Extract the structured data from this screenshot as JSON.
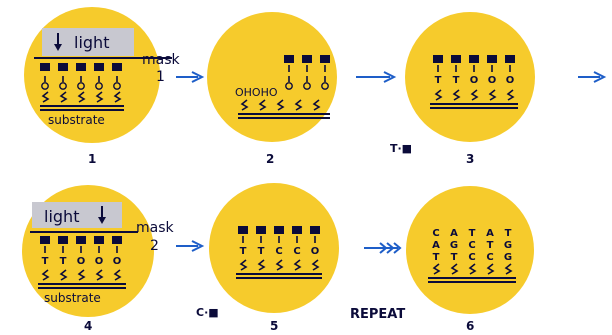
{
  "colors": {
    "circle": "#f6cb2c",
    "ink": "#0b0b3a",
    "mask": "#c8c8d0",
    "arrow": "#1e5ec8"
  },
  "icons": [
    "light-arrow-icon",
    "process-arrow-icon",
    "triple-chevron-icon",
    "linker-squiggle-icon",
    "blocked-site-square-icon"
  ],
  "labels": {
    "light": "light",
    "mask": "mask",
    "mask_1": "1",
    "mask_2": "2",
    "substrate": "substrate",
    "oh_sites": "OHOHO",
    "repeat": "REPEAT",
    "t_reagent": "T·■",
    "c_reagent": "C·■"
  },
  "steps": [
    {
      "number": "1"
    },
    {
      "number": "2"
    },
    {
      "number": "3"
    },
    {
      "number": "4"
    },
    {
      "number": "5"
    },
    {
      "number": "6"
    }
  ],
  "final_sequences": {
    "row1": "CATAT",
    "row2": "AGCTG",
    "row3": "TTCCG"
  }
}
